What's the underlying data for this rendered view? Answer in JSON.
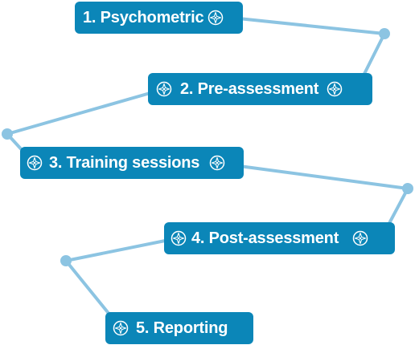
{
  "colors": {
    "box": "#0b86b8",
    "connector": "#8cc4e2",
    "icon_stroke": "#ffffff"
  },
  "icons": {
    "step_marker": "compass-icon"
  },
  "steps": [
    {
      "label": "1. Psychometric"
    },
    {
      "label": "2. Pre-assessment"
    },
    {
      "label": "3. Training sessions"
    },
    {
      "label": "4. Post-assessment"
    },
    {
      "label": "5. Reporting"
    }
  ]
}
